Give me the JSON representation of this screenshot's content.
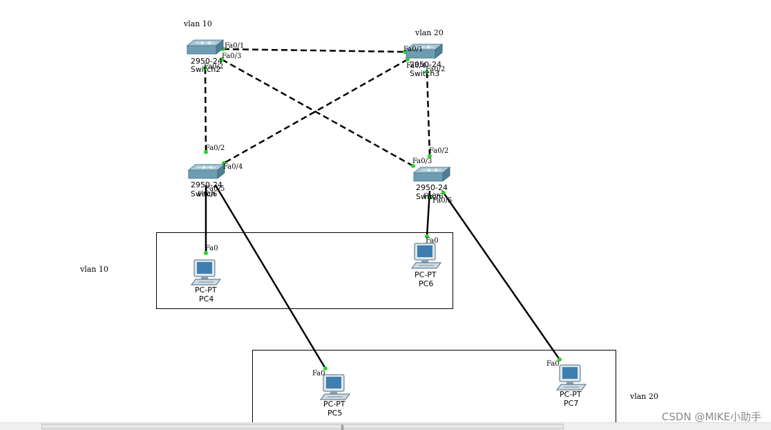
{
  "vlan_labels": {
    "top_left": "vlan 10",
    "top_right": "vlan 20",
    "mid_left": "vlan 10",
    "bottom_right": "vlan 20"
  },
  "switches": [
    {
      "id": "sw2",
      "model": "2950-24",
      "name": "Switch2"
    },
    {
      "id": "sw3",
      "model": "2950-24",
      "name": "Switch3"
    },
    {
      "id": "swbl",
      "model": "2950-24",
      "name": "Switch"
    },
    {
      "id": "swbr",
      "model": "2950-24",
      "name": "Switch"
    }
  ],
  "pcs": [
    {
      "id": "pc4",
      "model": "PC-PT",
      "name": "PC4"
    },
    {
      "id": "pc6",
      "model": "PC-PT",
      "name": "PC6"
    },
    {
      "id": "pc5",
      "model": "PC-PT",
      "name": "PC5"
    },
    {
      "id": "pc7",
      "model": "PC-PT",
      "name": "PC7"
    }
  ],
  "ports": {
    "sw2_fa01": "Fa0/1",
    "sw2_fa03": "Fa0/3",
    "sw2_fa02": "Fa0/2",
    "sw3_fa01": "Fa0/1",
    "sw3_fa04": "Fa0/4",
    "sw3_fa02": "Fa0/2",
    "swbl_fa02": "Fa0/2",
    "swbl_fa04": "Fa0/4",
    "swbl_fa05": "Fa0/5",
    "swbl_fa06": "Fa0/6",
    "swbr_fa02": "Fa0/2",
    "swbr_fa03": "Fa0/3",
    "swbr_fa06": "Fa0/6",
    "swbr_fa05": "Fa0/5",
    "pc4_fa0": "Fa0",
    "pc6_fa0": "Fa0",
    "pc5_fa0": "Fa0",
    "pc7_fa0": "Fa0"
  },
  "watermark": "CSDN @MIKE小助手",
  "scrollbar_grip": "|||",
  "colors": {
    "switch_top": "#8fb3c4",
    "switch_side": "#5f8fa4",
    "link_dot": "#2bd42b",
    "pc_screen": "#3f7fb0"
  }
}
